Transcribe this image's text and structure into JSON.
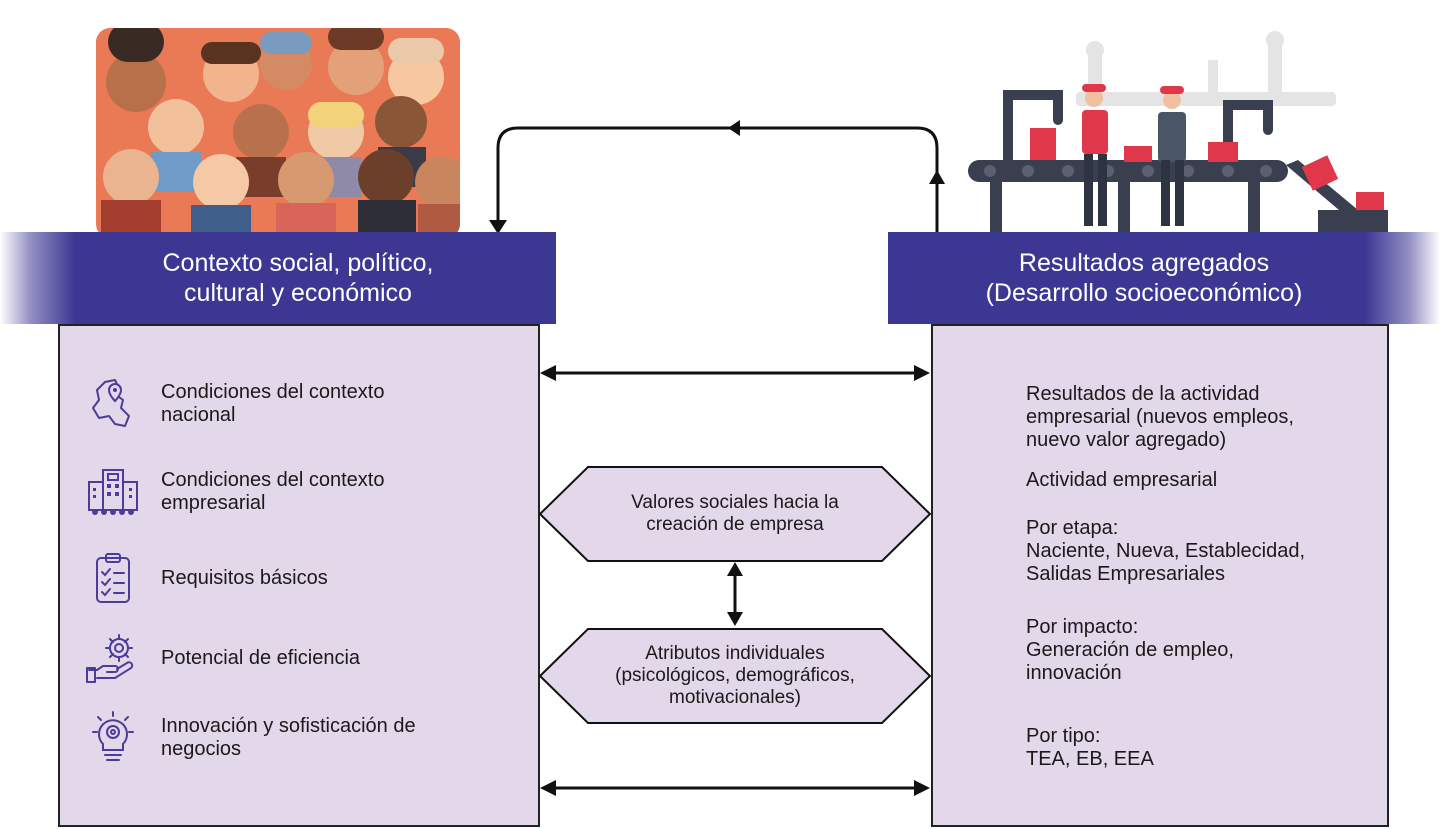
{
  "left_header": {
    "title": "Contexto social, político,\ncultural y económico"
  },
  "right_header": {
    "title": "Resultados agregados\n(Desarrollo socioeconómico)"
  },
  "left_items": [
    {
      "icon": "colombia-map-icon",
      "label": "Condiciones del contexto\nnacional"
    },
    {
      "icon": "office-building-icon",
      "label": "Condiciones del contexto\nempresarial"
    },
    {
      "icon": "clipboard-checklist-icon",
      "label": "Requisitos básicos"
    },
    {
      "icon": "hand-gear-icon",
      "label": "Potencial de eficiencia"
    },
    {
      "icon": "lightbulb-gear-icon",
      "label": "Innovación y sofisticación de\nnegocios"
    }
  ],
  "right_items": [
    "Resultados de la actividad\nempresarial (nuevos empleos,\nnuevo valor agregado)",
    "Actividad empresarial",
    "Por etapa:\nNaciente, Nueva, Establecidad,\nSalidas Empresariales",
    "Por impacto:\nGeneración de empleo,\ninnovación",
    "Por tipo:\nTEA, EB, EEA"
  ],
  "center": {
    "top_hex": "Valores sociales hacia la\ncreación de empresa",
    "bottom_hex": "Atributos individuales\n(psicológicos, demográficos,\nmotivacionales)"
  },
  "colors": {
    "banner": "#3d3794",
    "panel": "#e3d7ea",
    "icon": "#4a3d99",
    "arrow": "#111111"
  }
}
